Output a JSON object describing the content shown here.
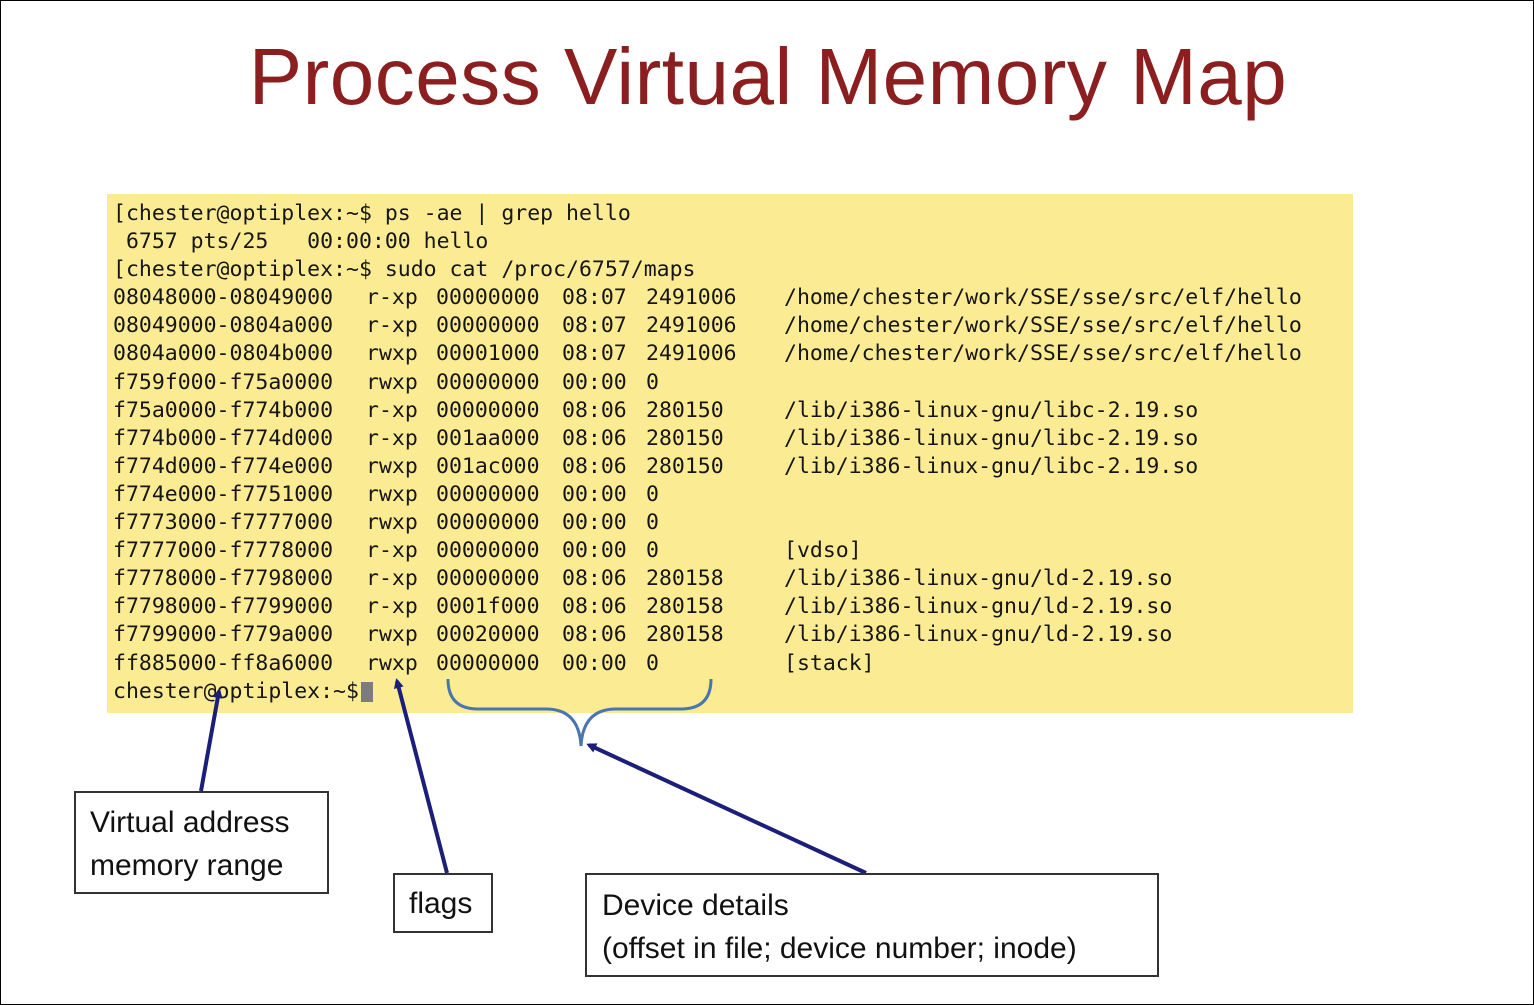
{
  "slide": {
    "title": "Process Virtual Memory Map"
  },
  "terminal": {
    "prompt_lines": [
      "[chester@optiplex:~$ ps -ae | grep hello",
      " 6757 pts/25   00:00:00 hello",
      "[chester@optiplex:~$ sudo cat /proc/6757/maps"
    ],
    "maps": [
      {
        "range": "08048000-08049000",
        "perms": "r-xp",
        "offset": "00000000",
        "dev": "08:07",
        "inode": "2491006",
        "path": "/home/chester/work/SSE/sse/src/elf/hello"
      },
      {
        "range": "08049000-0804a000",
        "perms": "r-xp",
        "offset": "00000000",
        "dev": "08:07",
        "inode": "2491006",
        "path": "/home/chester/work/SSE/sse/src/elf/hello"
      },
      {
        "range": "0804a000-0804b000",
        "perms": "rwxp",
        "offset": "00001000",
        "dev": "08:07",
        "inode": "2491006",
        "path": "/home/chester/work/SSE/sse/src/elf/hello"
      },
      {
        "range": "f759f000-f75a0000",
        "perms": "rwxp",
        "offset": "00000000",
        "dev": "00:00",
        "inode": "0",
        "path": ""
      },
      {
        "range": "f75a0000-f774b000",
        "perms": "r-xp",
        "offset": "00000000",
        "dev": "08:06",
        "inode": "280150",
        "path": "/lib/i386-linux-gnu/libc-2.19.so"
      },
      {
        "range": "f774b000-f774d000",
        "perms": "r-xp",
        "offset": "001aa000",
        "dev": "08:06",
        "inode": "280150",
        "path": "/lib/i386-linux-gnu/libc-2.19.so"
      },
      {
        "range": "f774d000-f774e000",
        "perms": "rwxp",
        "offset": "001ac000",
        "dev": "08:06",
        "inode": "280150",
        "path": "/lib/i386-linux-gnu/libc-2.19.so"
      },
      {
        "range": "f774e000-f7751000",
        "perms": "rwxp",
        "offset": "00000000",
        "dev": "00:00",
        "inode": "0",
        "path": ""
      },
      {
        "range": "f7773000-f7777000",
        "perms": "rwxp",
        "offset": "00000000",
        "dev": "00:00",
        "inode": "0",
        "path": ""
      },
      {
        "range": "f7777000-f7778000",
        "perms": "r-xp",
        "offset": "00000000",
        "dev": "00:00",
        "inode": "0",
        "path": "[vdso]"
      },
      {
        "range": "f7778000-f7798000",
        "perms": "r-xp",
        "offset": "00000000",
        "dev": "08:06",
        "inode": "280158",
        "path": "/lib/i386-linux-gnu/ld-2.19.so"
      },
      {
        "range": "f7798000-f7799000",
        "perms": "r-xp",
        "offset": "0001f000",
        "dev": "08:06",
        "inode": "280158",
        "path": "/lib/i386-linux-gnu/ld-2.19.so"
      },
      {
        "range": "f7799000-f779a000",
        "perms": "rwxp",
        "offset": "00020000",
        "dev": "08:06",
        "inode": "280158",
        "path": "/lib/i386-linux-gnu/ld-2.19.so"
      },
      {
        "range": "ff885000-ff8a6000",
        "perms": "rwxp",
        "offset": "00000000",
        "dev": "00:00",
        "inode": "0",
        "path": "[stack]"
      }
    ],
    "final_prompt": "chester@optiplex:~$"
  },
  "callouts": {
    "range_line1": "Virtual address",
    "range_line2": "memory range",
    "flags": "flags",
    "device_line1": "Device details",
    "device_line2": "(offset in file; device number; inode)"
  },
  "colors": {
    "title": "#8b1e1e",
    "terminal_bg": "#fbeb93",
    "arrow": "#1b1f7a",
    "brace": "#4a76ad"
  }
}
